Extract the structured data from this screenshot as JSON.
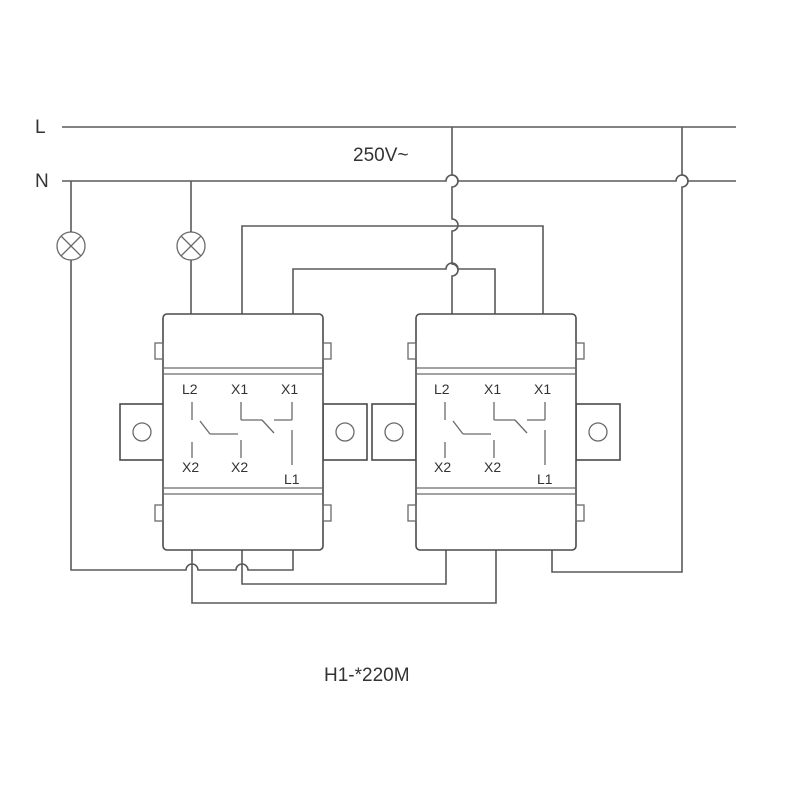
{
  "labels": {
    "line": "L",
    "neutral": "N",
    "voltage": "250V~",
    "model": "H1-*220M"
  },
  "switches": [
    {
      "name": "left",
      "terminals": {
        "top_left": "L2",
        "top_mid": "X1",
        "top_right": "X1",
        "bottom_left": "X2",
        "bottom_mid": "X2",
        "bottom_right": "L1"
      }
    },
    {
      "name": "right",
      "terminals": {
        "top_left": "L2",
        "top_mid": "X1",
        "top_right": "X1",
        "bottom_left": "X2",
        "bottom_mid": "X2",
        "bottom_right": "L1"
      }
    }
  ],
  "lamps": 2,
  "colors": {
    "wire": "#5a5a5a",
    "text": "#333333",
    "background": "#ffffff"
  }
}
